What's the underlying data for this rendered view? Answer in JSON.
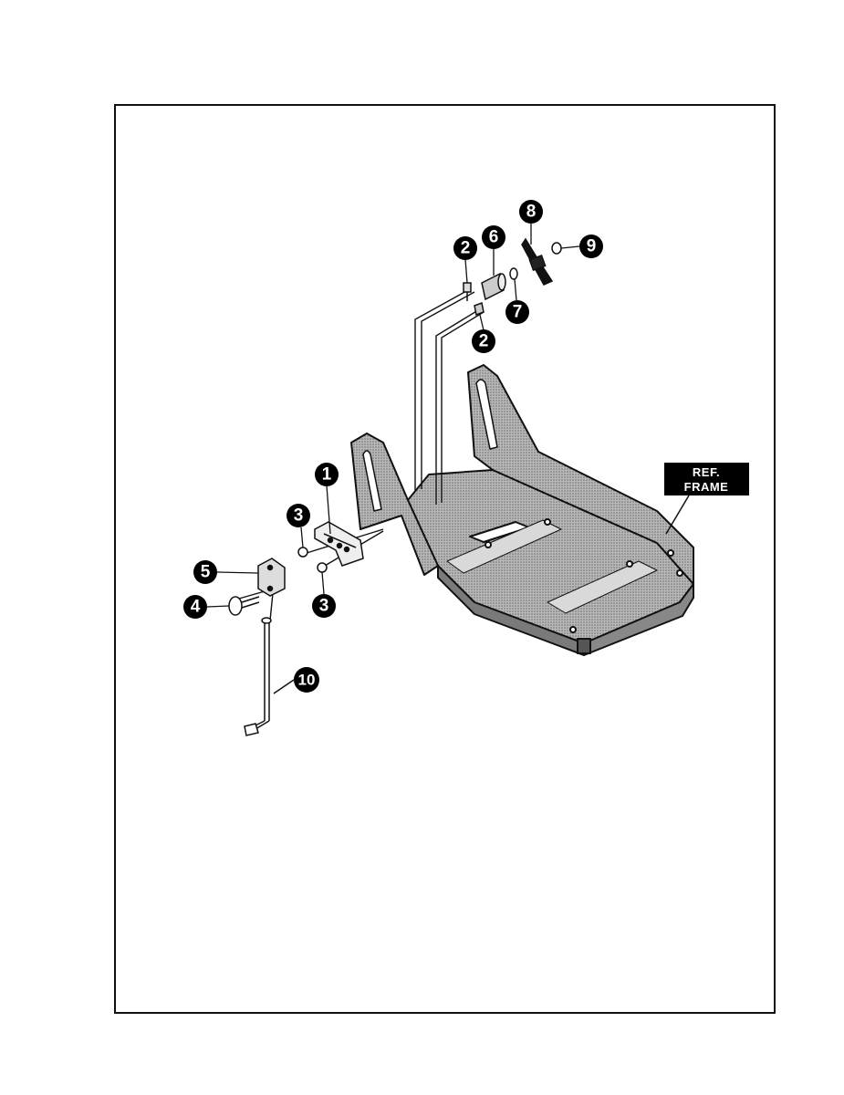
{
  "diagram": {
    "callouts": [
      {
        "id": "c1",
        "label": "1"
      },
      {
        "id": "c2a",
        "label": "2"
      },
      {
        "id": "c2b",
        "label": "2"
      },
      {
        "id": "c3a",
        "label": "3"
      },
      {
        "id": "c3b",
        "label": "3"
      },
      {
        "id": "c4",
        "label": "4"
      },
      {
        "id": "c5",
        "label": "5"
      },
      {
        "id": "c6",
        "label": "6"
      },
      {
        "id": "c7",
        "label": "7"
      },
      {
        "id": "c8",
        "label": "8"
      },
      {
        "id": "c9",
        "label": "9"
      },
      {
        "id": "c10",
        "label": "10"
      }
    ],
    "reference_label": {
      "line1": "REF.",
      "line2": "FRAME"
    },
    "colors": {
      "frame_fill": "#9a9a9a",
      "outline": "#111111",
      "callout_bg": "#000000"
    }
  }
}
